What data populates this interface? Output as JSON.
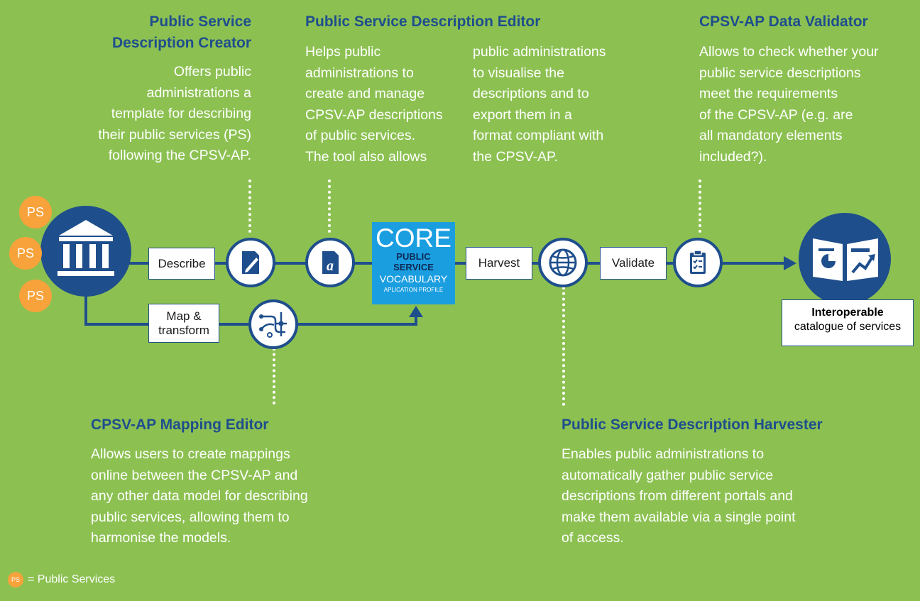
{
  "creator": {
    "title": "Public Service\nDescription Creator",
    "desc": "Offers public\nadministrations a\ntemplate for describing\ntheir public services (PS)\nfollowing the CPSV-AP."
  },
  "editor": {
    "title": "Public Service Description Editor",
    "desc_col1": "Helps public\nadministrations to\ncreate and manage\nCPSV-AP descriptions\nof public services.\nThe tool also allows",
    "desc_col2": "public administrations\nto visualise the\ndescriptions and to\nexport them in a\nformat compliant with\nthe CPSV-AP."
  },
  "validator": {
    "title": "CPSV-AP Data Validator",
    "desc": "Allows to check whether your\npublic service descriptions\nmeet the requirements\nof the CPSV-AP (e.g. are\nall mandatory elements\nincluded?)."
  },
  "mapping_editor": {
    "title": "CPSV-AP Mapping Editor",
    "desc": "Allows users to create mappings\nonline between the CPSV-AP and\nany other data model for describing\npublic services, allowing them to\nharmonise the models."
  },
  "harvester": {
    "title": "Public Service Description Harvester",
    "desc": "Enables public administrations to\nautomatically gather public service\ndescriptions from different portals and\nmake them available via a single point\nof access."
  },
  "flow": {
    "ps_badges": [
      "PS",
      "PS",
      "PS"
    ],
    "describe": "Describe",
    "map_transform": "Map &\ntransform",
    "harvest": "Harvest",
    "validate": "Validate",
    "editor_glyph": "a"
  },
  "core": {
    "line1": "CORE",
    "line2": "PUBLIC",
    "line3": "SERVICE",
    "line4": "VOCABULARY",
    "line5": "APLICATION PROFILE"
  },
  "output": {
    "bold": "Interoperable",
    "rest": "catalogue of services"
  },
  "legend": {
    "badge": "PS",
    "text": "= Public Services"
  },
  "colors": {
    "background": "#8cc152",
    "navy": "#1f4e8c",
    "orange": "#f7a23b",
    "core_blue": "#1a9ee0"
  },
  "icons": [
    "government-building-icon",
    "document-pen-icon",
    "document-a-icon",
    "network-map-icon",
    "globe-icon",
    "clipboard-check-icon",
    "catalogue-book-icon"
  ]
}
